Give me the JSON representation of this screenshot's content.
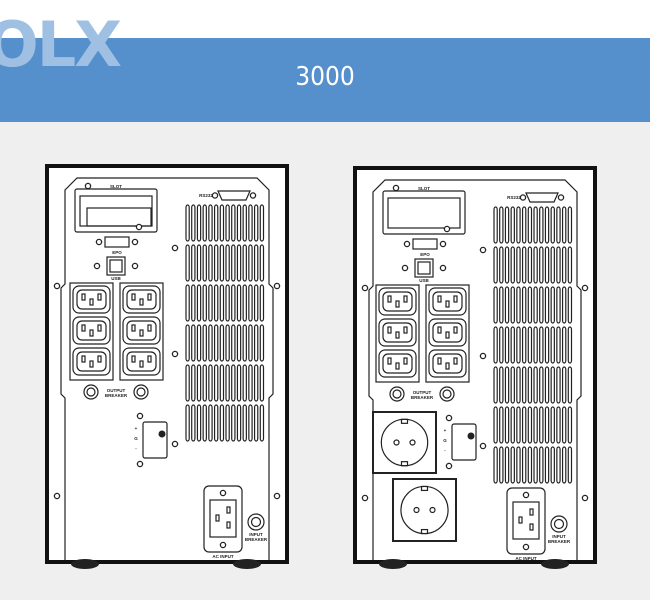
{
  "watermark": "OLX",
  "header": {
    "title": "3000"
  },
  "colors": {
    "band": "#5590cc",
    "background": "#efefef"
  },
  "labels": {
    "slot": "SLOT",
    "rs232": "RS232",
    "epo": "EPO",
    "usb": "USB",
    "output_breaker": [
      "OUTPUT",
      "BREAKER"
    ],
    "input_breaker": [
      "INPUT",
      "BREAKER"
    ],
    "ac_input": "AC INPUT",
    "battery": [
      "+",
      "G",
      "-"
    ]
  },
  "units": [
    {
      "name": "ups-rear-panel-iec-only",
      "iec_outlets": 6,
      "schuko_outlets": 0
    },
    {
      "name": "ups-rear-panel-iec-schuko",
      "iec_outlets": 6,
      "schuko_outlets": 2
    }
  ]
}
